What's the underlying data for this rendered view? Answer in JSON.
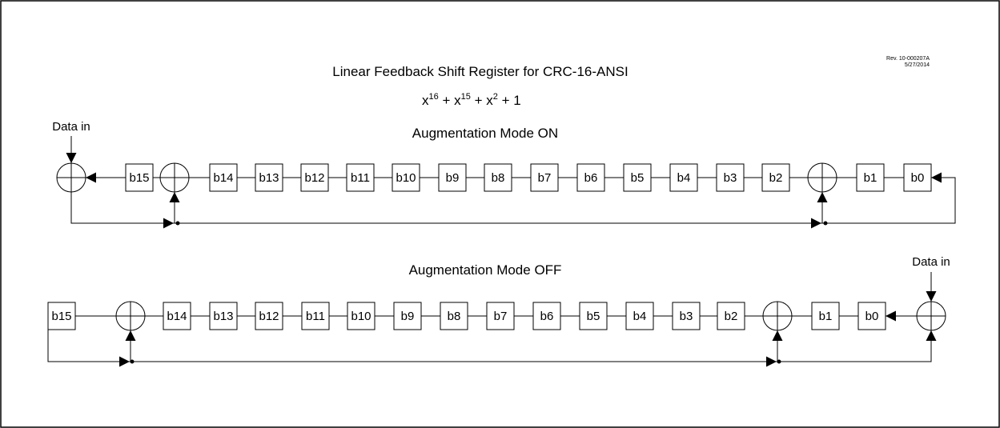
{
  "title": "Linear Feedback Shift Register for CRC-16-ANSI",
  "revision": {
    "line1": "Rev. 10-000207A",
    "line2": "5/27/2014"
  },
  "polynomial": {
    "base": "x",
    "terms": [
      {
        "exp": "16",
        "sep": " + "
      },
      {
        "exp": "15",
        "sep": " + "
      },
      {
        "exp": "2",
        "sep": " + 1"
      }
    ]
  },
  "data_in_label": "Data in",
  "modes": [
    {
      "label": "Augmentation Mode ON",
      "sequence": [
        "xor",
        "b15",
        "xor",
        "b14",
        "b13",
        "b12",
        "b11",
        "b10",
        "b9",
        "b8",
        "b7",
        "b6",
        "b5",
        "b4",
        "b3",
        "b2",
        "xor",
        "b1",
        "b0"
      ],
      "data_in_at": "left"
    },
    {
      "label": "Augmentation Mode OFF",
      "sequence": [
        "b15",
        "xor",
        "b14",
        "b13",
        "b12",
        "b11",
        "b10",
        "b9",
        "b8",
        "b7",
        "b6",
        "b5",
        "b4",
        "b3",
        "b2",
        "xor",
        "b1",
        "b0",
        "xor"
      ],
      "data_in_at": "right"
    }
  ]
}
